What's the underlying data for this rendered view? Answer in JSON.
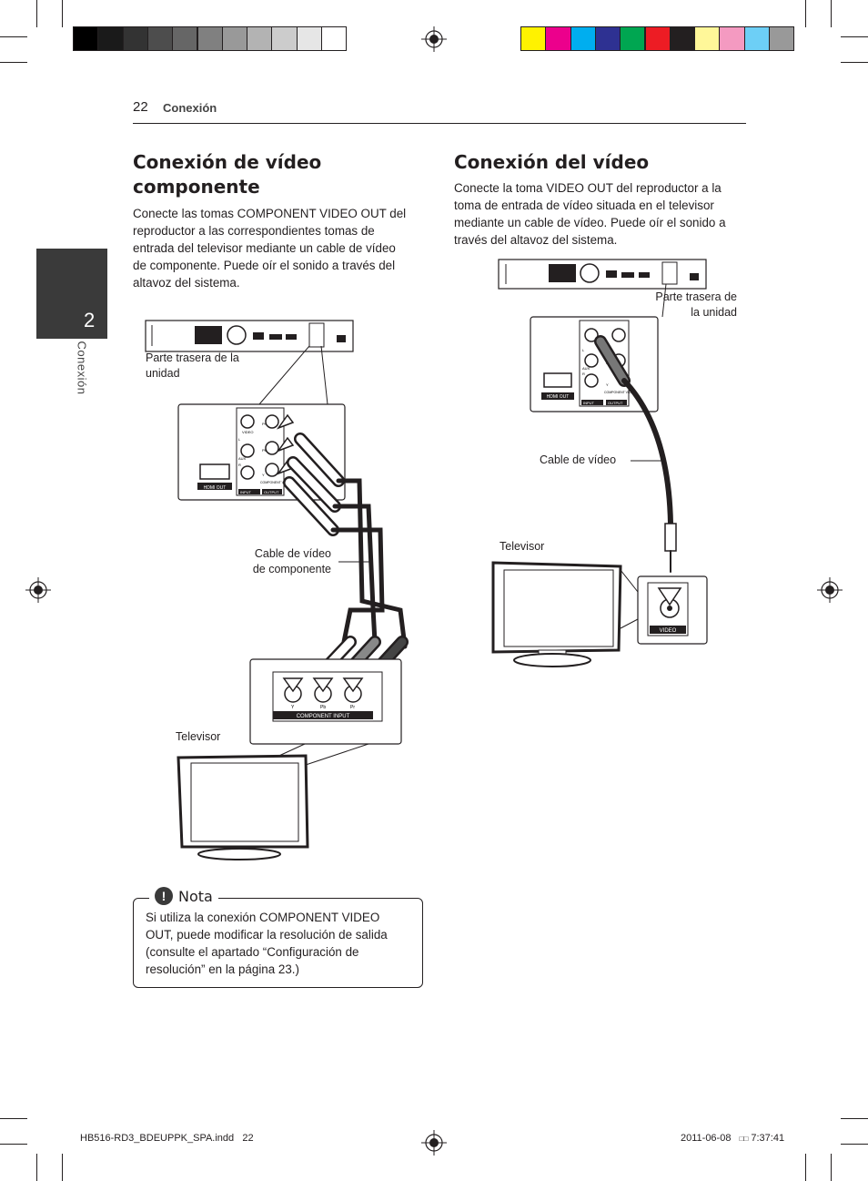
{
  "page": {
    "number": "22",
    "section": "Conexión"
  },
  "side_tab": {
    "number": "2",
    "label": "Conexión"
  },
  "left": {
    "title_line1": "Conexión de vídeo",
    "title_line2": "componente",
    "body": [
      "Conecte las tomas COMPONENT VIDEO OUT del",
      "reproductor a las correspondientes tomas de",
      "entrada del televisor mediante un cable de vídeo",
      "de componente. Puede oír el sonido a través del",
      "altavoz del sistema."
    ],
    "diagram": {
      "unit_label": [
        "Parte trasera de la",
        "unidad"
      ],
      "cable_label": [
        "Cable de vídeo",
        "de componente"
      ],
      "tv_label": "Televisor",
      "panel_labels": {
        "hdmi": "HDMI OUT",
        "input": "INPUT",
        "output": "OUTPUT",
        "video": "VIDEO",
        "aux": "AUX",
        "component": "COMPONENT VIDEO",
        "pb": "Pb",
        "pr": "Pr",
        "y": "Y",
        "l": "L",
        "r": "R"
      },
      "tv_panel": {
        "label": "COMPONENT INPUT",
        "jacks": [
          "Y",
          "Pb",
          "Pr"
        ]
      }
    }
  },
  "right": {
    "title": "Conexión del vídeo",
    "body": [
      "Conecte la toma VIDEO OUT del reproductor a la",
      "toma de entrada de vídeo situada en el televisor",
      "mediante un cable de vídeo. Puede oír el sonido a",
      "través del altavoz del sistema."
    ],
    "diagram": {
      "unit_label": [
        "Parte trasera de",
        "la unidad"
      ],
      "cable_label": "Cable de vídeo",
      "tv_label": "Televisor",
      "tv_jack_label": "VIDEO",
      "panel_labels": {
        "hdmi": "HDMI OUT",
        "input": "INPUT",
        "output": "OUTPUT",
        "video": "VIDEO",
        "aux": "AUX",
        "component": "COMPONENT VIDEO",
        "pb": "Pb",
        "pr": "Pr",
        "y": "Y",
        "l": "L",
        "r": "R"
      }
    }
  },
  "note": {
    "title": "Nota",
    "icon": "exclamation-icon",
    "lines": [
      "Si utiliza la conexión COMPONENT VIDEO",
      "OUT, puede modificar la resolución de salida",
      "(consulte el apartado “Configuración de",
      "resolución” en la página 23.)"
    ]
  },
  "footer": {
    "file": "HB516-RD3_BDEUPPK_SPA.indd",
    "page": "22",
    "date": "2011-06-08",
    "weekday_glyph": "□□",
    "time": "7:37:41"
  },
  "colors": {
    "gray_bar": [
      "#000000",
      "#1a1a1a",
      "#333333",
      "#4d4d4d",
      "#666666",
      "#808080",
      "#999999",
      "#b3b3b3",
      "#cccccc",
      "#e6e6e6",
      "#ffffff"
    ],
    "color_bar": [
      "#fff200",
      "#ec008c",
      "#00aeef",
      "#2e3192",
      "#00a651",
      "#ed1c24",
      "#231f20",
      "#fff799",
      "#f49ac1",
      "#6dcff6",
      "#999999"
    ],
    "tab": "#3a3a3a"
  }
}
